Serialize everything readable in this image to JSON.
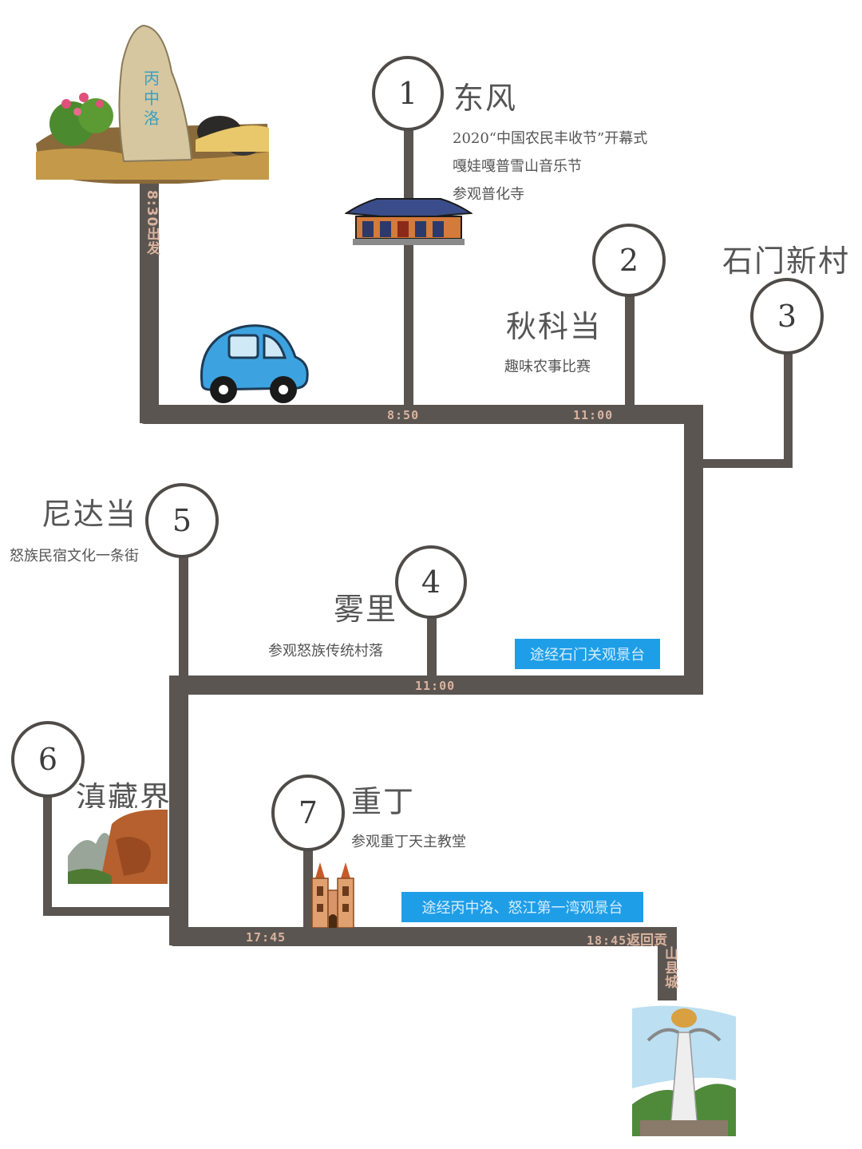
{
  "start": {
    "time_label": "8:30出发"
  },
  "stops": [
    {
      "num": "1",
      "name": "东风",
      "details": [
        "2020“中国农民丰收节”开幕式",
        "嘎娃嘎普雪山音乐节",
        "参观普化寺"
      ]
    },
    {
      "num": "2",
      "name": "秋科当",
      "details": [
        "趣味农事比赛"
      ]
    },
    {
      "num": "3",
      "name": "石门新村",
      "details": []
    },
    {
      "num": "4",
      "name": "雾里",
      "details": [
        "参观怒族传统村落"
      ]
    },
    {
      "num": "5",
      "name": "尼达当",
      "details": [
        "怒族民宿文化一条街"
      ]
    },
    {
      "num": "6",
      "name": "滇藏界",
      "details": []
    },
    {
      "num": "7",
      "name": "重丁",
      "details": [
        "参观重丁天主教堂"
      ]
    }
  ],
  "times": {
    "t1": "8:50",
    "t2": "11:00",
    "t3": "11:00",
    "t4": "17:45"
  },
  "end": {
    "time": "18:45",
    "label_h": "返回贡",
    "label_v": "山县城"
  },
  "notes": {
    "note1": "途经石门关观景台",
    "note2": "途经丙中洛、怒江第一湾观景台"
  },
  "colors": {
    "road": "#5a5551",
    "note_bg": "#1f9ee8",
    "time_text": "#d9b3a0",
    "car": "#3da3e0"
  }
}
